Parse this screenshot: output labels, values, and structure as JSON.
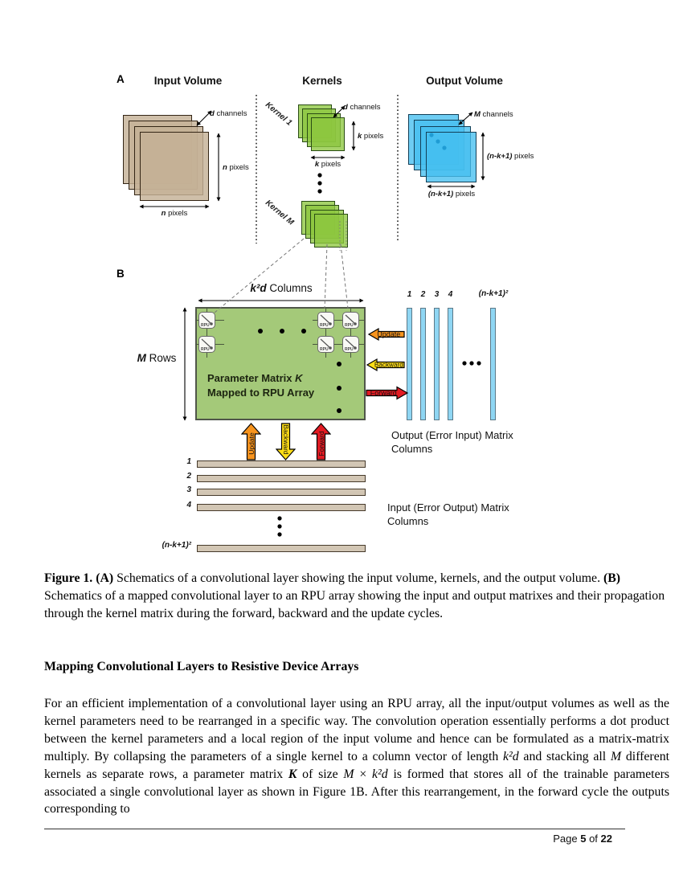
{
  "figure": {
    "panel_a": {
      "label": "A",
      "input_volume": {
        "title": "Input Volume",
        "d_channels": [
          {
            "t": "d",
            "b": 1,
            "i": 1
          },
          {
            "t": " channels"
          }
        ],
        "n_pixels": [
          {
            "t": "n",
            "b": 1,
            "i": 1
          },
          {
            "t": " pixels"
          }
        ]
      },
      "kernels": {
        "title": "Kernels",
        "kernel_1": [
          {
            "t": "Kernel 1",
            "b": 1,
            "i": 1
          }
        ],
        "kernel_m": [
          {
            "t": "Kernel M",
            "b": 1,
            "i": 1
          }
        ],
        "d_channels": [
          {
            "t": "d",
            "b": 1,
            "i": 1
          },
          {
            "t": " channels"
          }
        ],
        "k_pixels": [
          {
            "t": "k",
            "b": 1,
            "i": 1
          },
          {
            "t": " pixels"
          }
        ]
      },
      "output_volume": {
        "title": "Output Volume",
        "m_channels": [
          {
            "t": "M",
            "b": 1,
            "i": 1
          },
          {
            "t": " channels"
          }
        ],
        "nk1_pixels": [
          {
            "t": "(n-k+1)",
            "b": 1,
            "i": 1
          },
          {
            "t": " pixels"
          }
        ]
      }
    },
    "panel_b": {
      "label": "B",
      "cols_header": [
        {
          "t": "k²d",
          "b": 1,
          "i": 1
        },
        {
          "t": " Columns"
        }
      ],
      "rows_header": [
        {
          "t": "M",
          "b": 1,
          "i": 1
        },
        {
          "t": " Rows"
        }
      ],
      "matrix_title": [
        {
          "t": "Parameter Matrix ",
          "b": 1
        },
        {
          "t": "K",
          "b": 1,
          "i": 1
        }
      ],
      "matrix_subtitle": [
        {
          "t": "Mapped to RPU Array",
          "b": 1
        }
      ],
      "rpu_cell_label": "RPU",
      "col_numbers": [
        "1",
        "2",
        "3",
        "4"
      ],
      "col_last": [
        {
          "t": "(n-k+1)²",
          "b": 1,
          "i": 1
        }
      ],
      "row_numbers": [
        "1",
        "2",
        "3",
        "4"
      ],
      "row_last": [
        {
          "t": "(n-k+1)²",
          "b": 1,
          "i": 1
        }
      ],
      "update_label": "Update",
      "backward_label": "Backward",
      "forward_label": "Forward",
      "output_matrix_label": [
        "Output (Error Input) Matrix",
        "Columns"
      ],
      "input_matrix_label": [
        "Input (Error Output) Matrix",
        "Columns"
      ]
    }
  },
  "caption": {
    "segments": [
      {
        "t": "Figure 1.",
        "b": 1
      },
      {
        "t": " "
      },
      {
        "t": "(A)",
        "b": 1
      },
      {
        "t": " Schematics of a convolutional layer showing the input volume, kernels, and the output volume. "
      },
      {
        "t": "(B)",
        "b": 1
      },
      {
        "t": " Schematics of a mapped convolutional layer to an RPU array showing the input and output matrixes and their propagation through the kernel matrix during the forward, backward and the update cycles."
      }
    ]
  },
  "section_heading": "Mapping Convolutional Layers to Resistive Device Arrays",
  "paragraph": {
    "segments": [
      {
        "t": "For an efficient implementation of a convolutional layer using an RPU array, all the input/output volumes as well as the kernel parameters need to be rearranged in a specific way. The convolution operation essentially performs a dot product between the kernel parameters and a local region of the input volume and hence can be formulated as a matrix-matrix multiply. By collapsing the parameters of a single kernel to a column vector of length "
      },
      {
        "t": "k²d",
        "i": 1
      },
      {
        "t": " and stacking all "
      },
      {
        "t": "M",
        "i": 1
      },
      {
        "t": " different kernels as separate rows, a parameter matrix "
      },
      {
        "t": "K",
        "b": 1,
        "i": 1
      },
      {
        "t": " of size "
      },
      {
        "t": "M",
        "i": 1
      },
      {
        "t": " × "
      },
      {
        "t": "k²d",
        "i": 1
      },
      {
        "t": " is formed that stores all of the trainable parameters associated a single convolutional layer as shown in Figure 1B. After this rearrangement, in the forward cycle the outputs corresponding to"
      }
    ]
  },
  "footer": {
    "segments": [
      {
        "t": "Page "
      },
      {
        "t": "5",
        "b": 1
      },
      {
        "t": " of "
      },
      {
        "t": "22",
        "b": 1
      }
    ]
  },
  "colors": {
    "update_orange": "#F7941E",
    "backward_yellow": "#FFDE17",
    "forward_red": "#E31B23",
    "input_tan": "#C6B29B",
    "kernel_green": "#8DC63F",
    "output_blue": "#45C1F0",
    "matrix_green": "#A4C979",
    "bar_blue": "#8FD6F3",
    "bar_tan": "#D2C6B4"
  }
}
